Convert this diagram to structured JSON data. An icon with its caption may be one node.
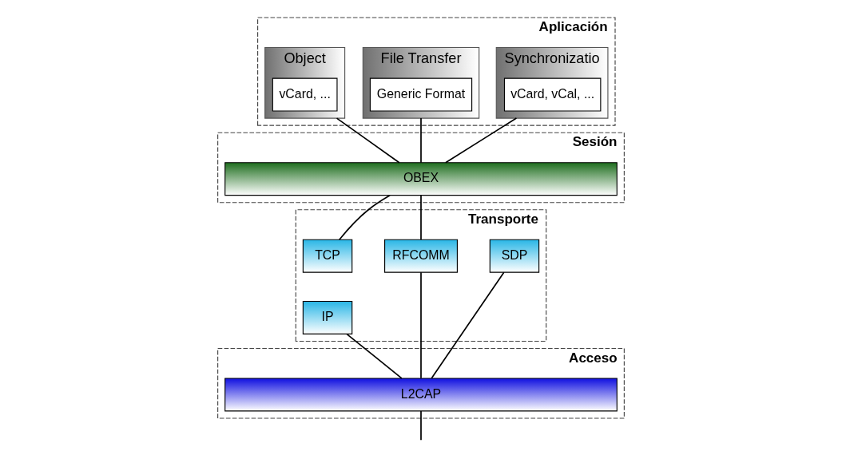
{
  "diagram": {
    "nodes": [
      {
        "text": [
          "Aplicación"
        ]
      },
      {
        "text": [
          "Synchronizatio"
        ],
        "in": 0
      },
      {
        "text": [
          "vCard, vCal, ..."
        ],
        "in": 1
      },
      {
        "text": [
          "File Transfer"
        ],
        "in": 0
      },
      {
        "text": [
          "Generic Format"
        ],
        "in": 3
      },
      {
        "text": [
          "Object"
        ],
        "in": 0
      },
      {
        "text": [
          "vCard, ..."
        ],
        "in": 5
      },
      {
        "text": [
          "Sesión"
        ]
      },
      {
        "text": [
          "OBEX"
        ],
        "in": 7
      },
      {
        "text": [
          "Transporte"
        ]
      },
      {
        "text": [
          "RFCOMM"
        ],
        "in": 9
      },
      {
        "text": [
          "TCP"
        ],
        "in": 9
      },
      {
        "text": [
          "IP"
        ],
        "in": 9
      },
      {
        "text": [
          "SDP"
        ],
        "in": 9
      },
      {
        "text": [
          "Acceso"
        ]
      },
      {
        "text": [
          "L2CAP"
        ],
        "in": 14
      }
    ],
    "edges": [
      {
        "from": 1,
        "to": 8,
        "arrow": "none"
      },
      {
        "from": 3,
        "to": 8,
        "arrow": "none"
      },
      {
        "from": 5,
        "to": 8,
        "arrow": "none"
      },
      {
        "from": 8,
        "to": 10,
        "arrow": "none"
      },
      {
        "from": 8,
        "to": 11,
        "arrow": "none"
      },
      {
        "from": 10,
        "to": 15,
        "arrow": "none"
      },
      {
        "from": 12,
        "to": 15,
        "arrow": "none"
      },
      {
        "from": 13,
        "to": 15,
        "arrow": "none"
      },
      {
        "from": 15,
        "to": null,
        "arrow": "none"
      }
    ]
  }
}
